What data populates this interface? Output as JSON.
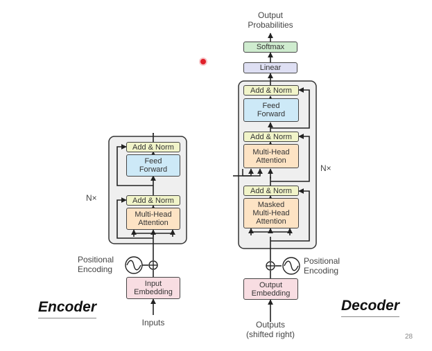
{
  "output": {
    "line1": "Output",
    "line2": "Probabilities"
  },
  "softmax": "Softmax",
  "linear": "Linear",
  "encoder": {
    "title": "Encoder",
    "repeat": "N×",
    "add_norm": "Add & Norm",
    "feed_forward": [
      "Feed",
      "Forward"
    ],
    "attention": [
      "Multi-Head",
      "Attention"
    ],
    "positional": [
      "Positional",
      "Encoding"
    ],
    "embedding": [
      "Input",
      "Embedding"
    ],
    "inputs": "Inputs"
  },
  "decoder": {
    "title": "Decoder",
    "repeat": "N×",
    "add_norm": "Add & Norm",
    "feed_forward": [
      "Feed",
      "Forward"
    ],
    "attention": [
      "Multi-Head",
      "Attention"
    ],
    "masked_attention": [
      "Masked",
      "Multi-Head",
      "Attention"
    ],
    "positional": [
      "Positional",
      "Encoding"
    ],
    "embedding": [
      "Output",
      "Embedding"
    ],
    "outputs": [
      "Outputs",
      "(shifted right)"
    ]
  },
  "page_number": "28",
  "colors": {
    "add_norm": "#f1f4c9",
    "feed_forward": "#cde9f7",
    "attention": "#fde3c4",
    "embedding": "#f8dde2",
    "linear": "#dedff3",
    "softmax": "#cfeccf",
    "stack_bg": "#efefef",
    "pointer": "#e0202a"
  }
}
